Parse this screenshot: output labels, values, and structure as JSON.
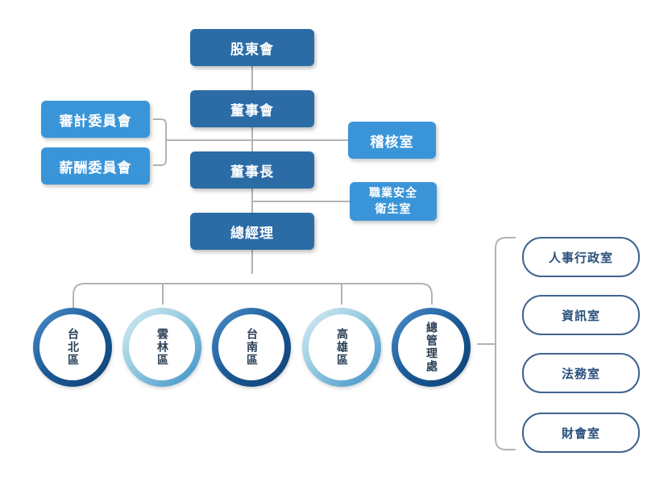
{
  "top_chain": {
    "shareholders": "股東會",
    "board": "董事會",
    "chairman": "董事長",
    "gm": "總經理"
  },
  "committees": {
    "audit": "審計委員會",
    "compensation": "薪酬委員會"
  },
  "staff_units": {
    "audit_office": "稽核室",
    "safety_office": "職業安全\n衛生室"
  },
  "regions": [
    "台北區",
    "雲林區",
    "台南區",
    "高雄區",
    "總管理處"
  ],
  "admin_departments": [
    "人事行政室",
    "資訊室",
    "法務室",
    "財會室"
  ],
  "colors": {
    "dark_box": "#2b6ca6",
    "light_box": "#3a95d8",
    "connector": "#b3b3b3",
    "outline": "#40638f"
  }
}
